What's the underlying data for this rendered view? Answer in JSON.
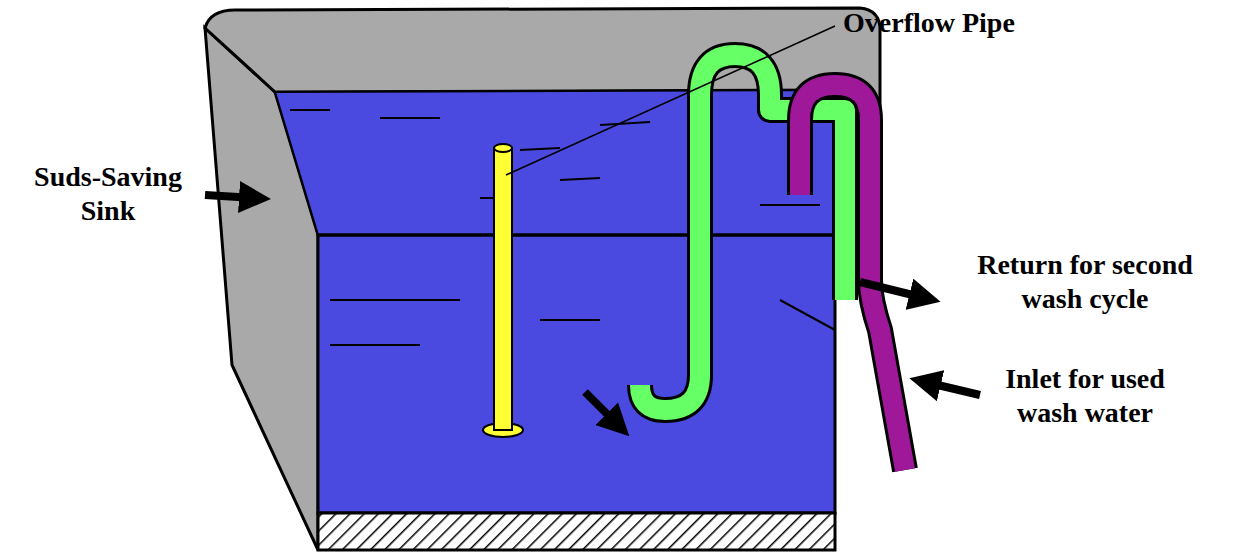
{
  "diagram": {
    "labels": [
      "Overflow Pipe",
      "Suds-Saving Sink",
      "Return for second wash cycle",
      "Inlet for used wash water"
    ]
  }
}
